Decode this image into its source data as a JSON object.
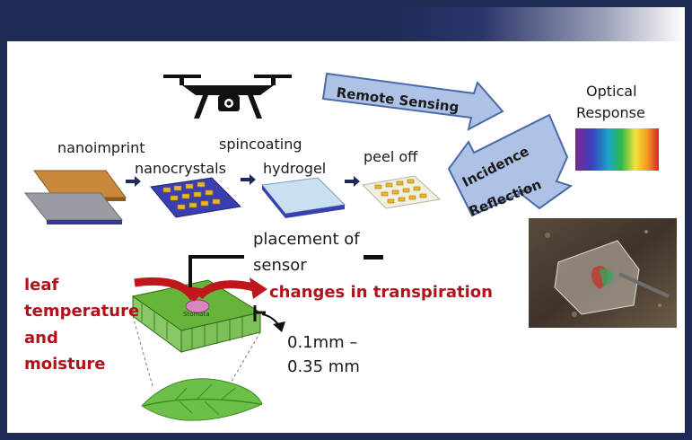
{
  "process": {
    "nanoimprint": "nanoimprint",
    "spincoating": "spincoating",
    "nanocrystals": "nanocrystals",
    "hydrogel": "hydrogel",
    "peel_off": "peel off"
  },
  "sensing": {
    "remote_sensing": "Remote Sensing",
    "incidence": "Incidence",
    "reflection": "Reflection",
    "optical_response_line1": "Optical",
    "optical_response_line2": "Response"
  },
  "plant": {
    "placement_line1": "placement of",
    "placement_line2": "sensor",
    "leaf_line1": "leaf",
    "leaf_line2": "temperature",
    "leaf_line3": "and",
    "leaf_line4": "moisture",
    "changes": "changes in transpiration",
    "stomata": "Stomata",
    "thickness_line1": "0.1mm –",
    "thickness_line2": "0.35 mm"
  },
  "colors": {
    "frame": "#1f2a56",
    "arrow_blue": "#aec2e6",
    "text_red": "#b3121b"
  }
}
